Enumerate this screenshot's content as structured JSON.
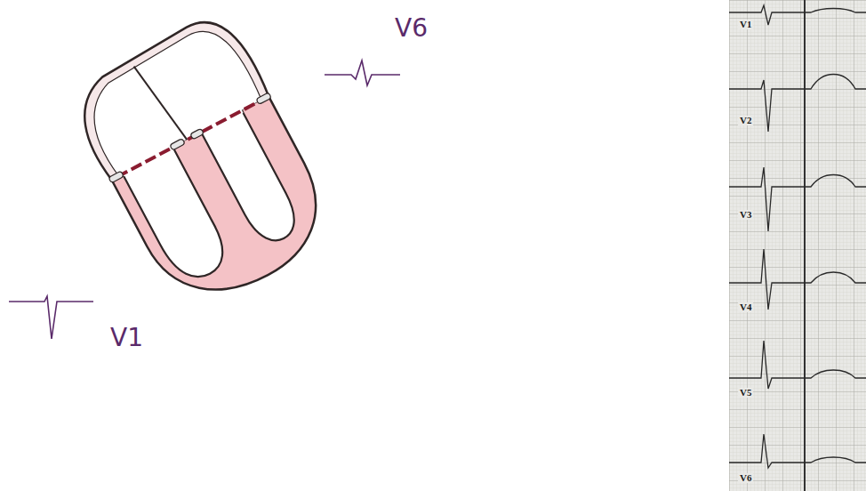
{
  "diagram": {
    "labels": [
      "V6",
      "V1",
      "V1",
      "V2",
      "V3",
      "V4",
      "V5",
      "V6"
    ]
  }
}
